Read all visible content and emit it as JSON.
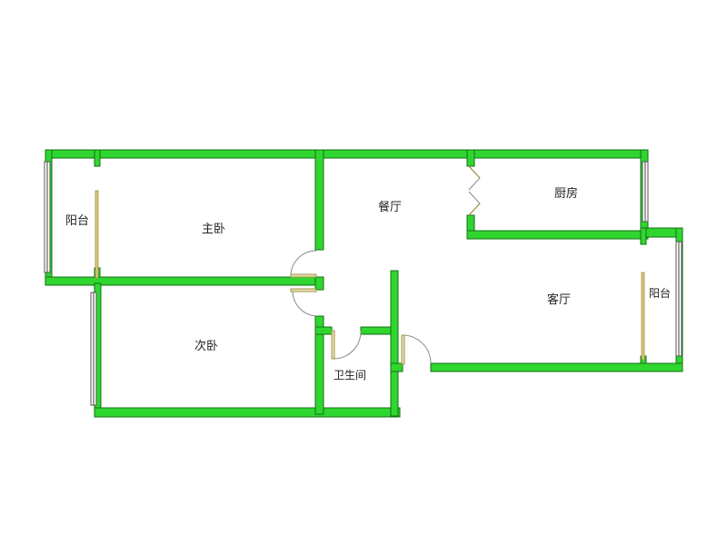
{
  "floor_plan": {
    "rooms": [
      {
        "id": "balcony-west",
        "label": "阳台"
      },
      {
        "id": "master-bedroom",
        "label": "主卧"
      },
      {
        "id": "dining-room",
        "label": "餐厅"
      },
      {
        "id": "kitchen",
        "label": "厨房"
      },
      {
        "id": "living-room",
        "label": "客厅"
      },
      {
        "id": "balcony-east",
        "label": "阳台"
      },
      {
        "id": "second-bedroom",
        "label": "次卧"
      },
      {
        "id": "bathroom",
        "label": "卫生间"
      }
    ],
    "colors": {
      "wall_fill": "#2fd62f",
      "wall_edge": "#156f15",
      "window_frame": "#555555",
      "door_leaf": "#e8e0b0",
      "background": "#ffffff"
    }
  }
}
